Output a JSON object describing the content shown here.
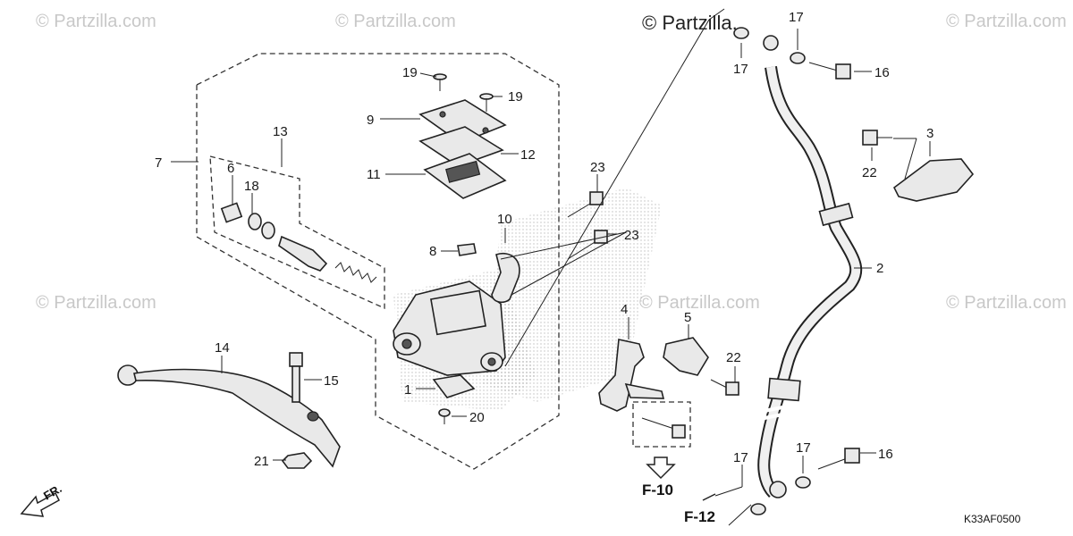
{
  "watermarks": {
    "brand": "© Partzilla.com",
    "brand_top": "© Partzilla."
  },
  "callouts": {
    "p1": "1",
    "p2": "2",
    "p3": "3",
    "p4": "4",
    "p5": "5",
    "p6": "6",
    "p7": "7",
    "p8": "8",
    "p9": "9",
    "p10": "10",
    "p11": "11",
    "p12": "12",
    "p13": "13",
    "p14": "14",
    "p15": "15",
    "p16": "16",
    "p17": "17",
    "p18": "18",
    "p19": "19",
    "p20": "20",
    "p21": "21",
    "p22": "22",
    "p23": "23"
  },
  "references": {
    "f10": "F-10",
    "f12": "F-12",
    "front": "FR."
  },
  "diagram_code": "K33AF0500"
}
